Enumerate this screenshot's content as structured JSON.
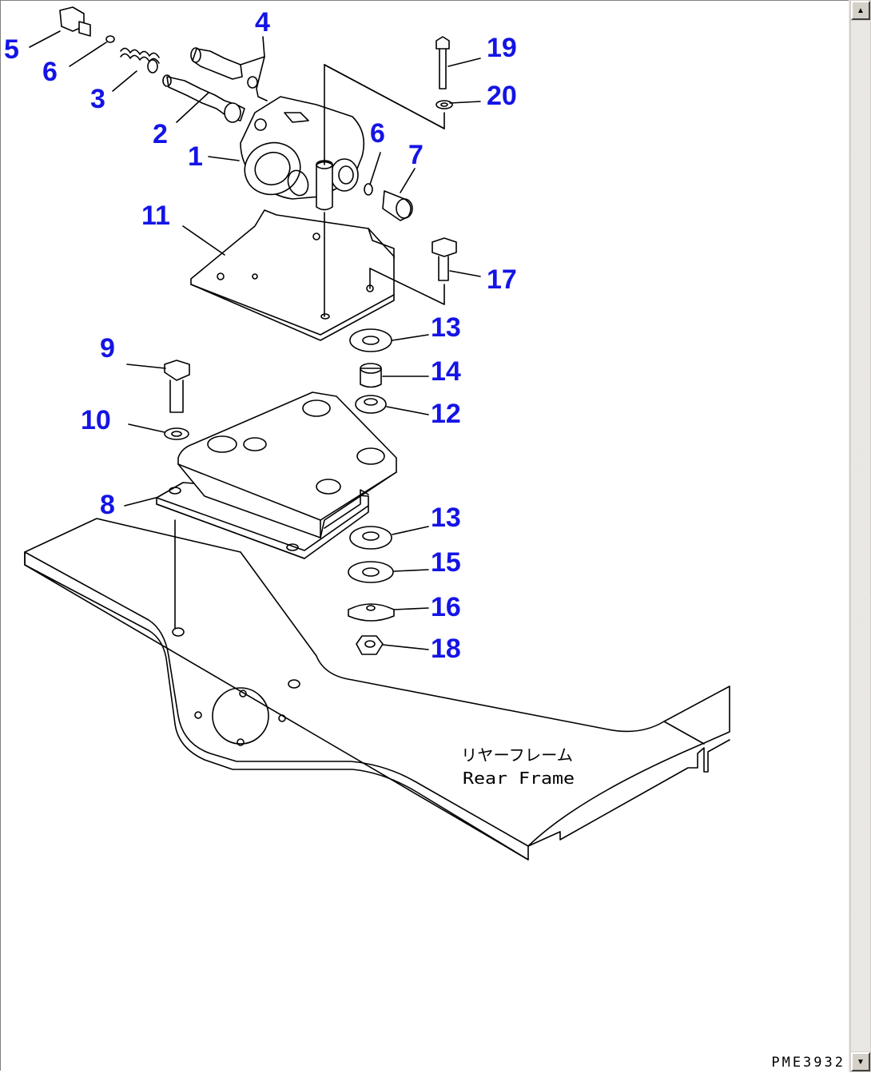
{
  "callouts": {
    "c1": "1",
    "c2": "2",
    "c3": "3",
    "c4": "4",
    "c5": "5",
    "c6a": "6",
    "c6b": "6",
    "c7": "7",
    "c8": "8",
    "c9": "9",
    "c10": "10",
    "c11": "11",
    "c12": "12",
    "c13a": "13",
    "c13b": "13",
    "c14": "14",
    "c15": "15",
    "c16": "16",
    "c17": "17",
    "c18": "18",
    "c19": "19",
    "c20": "20"
  },
  "frame_label": {
    "jp": "リヤーフレーム",
    "en": "Rear Frame"
  },
  "drawing_code": "PME3932",
  "scrollbar": {
    "up_icon": "triangle-up-icon",
    "down_icon": "triangle-down-icon"
  },
  "colors": {
    "callout": "#1414e6",
    "line": "#000000",
    "background": "#ffffff"
  }
}
